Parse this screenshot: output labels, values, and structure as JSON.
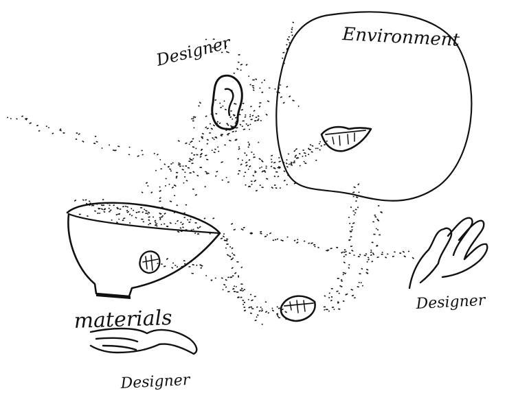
{
  "labels": {
    "designer_top": "Designer",
    "environment": "Environment",
    "designer_right": "Designer",
    "materials": "materials",
    "designer_bottom": "Designer"
  },
  "colors": {
    "ink": "#111111",
    "paper": "#ffffff"
  },
  "icons": [
    "ear-icon",
    "mouth-icon",
    "hand-icon",
    "bowl-icon"
  ]
}
